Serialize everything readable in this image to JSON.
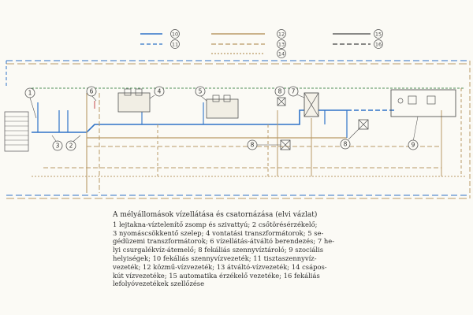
{
  "colors": {
    "blue": "#2f73c8",
    "tan": "#b99a66",
    "dark": "#444444",
    "green": "#4f8d57",
    "red": "#c44a4a"
  },
  "legend": [
    {
      "id": "10",
      "label": "10",
      "style": "blue-solid"
    },
    {
      "id": "11",
      "label": "11",
      "style": "blue-dashed"
    },
    {
      "id": "12",
      "label": "12",
      "style": "tan-solid"
    },
    {
      "id": "13",
      "label": "13",
      "style": "tan-dashed"
    },
    {
      "id": "14",
      "label": "14",
      "style": "tan-dotted"
    },
    {
      "id": "15",
      "label": "15",
      "style": "dark-solid"
    },
    {
      "id": "16",
      "label": "16",
      "style": "dark-dashed"
    }
  ],
  "callouts": [
    {
      "id": "1",
      "label": "1"
    },
    {
      "id": "2",
      "label": "2"
    },
    {
      "id": "3",
      "label": "3"
    },
    {
      "id": "4",
      "label": "4"
    },
    {
      "id": "5",
      "label": "5"
    },
    {
      "id": "6",
      "label": "6"
    },
    {
      "id": "7",
      "label": "7"
    },
    {
      "id": "8a",
      "label": "8"
    },
    {
      "id": "8b",
      "label": "8"
    },
    {
      "id": "8c",
      "label": "8"
    },
    {
      "id": "9",
      "label": "9"
    }
  ],
  "caption": {
    "title": "A mélyállomások vízellátása és csatornázása (elvi vázlat)",
    "lines": [
      "1 lejtakna-víztelenítő zsomp és szivattyú; 2 csőtörésérzékelő;",
      "3 nyomáscsökkentő szelep; 4 vontatási transzformátorok; 5 se-",
      "gédüzemi transzformátorok; 6 vízellátás-átváltó berendezés; 7 he-",
      "lyi csurgalékvíz-átemelő; 8 fekáliás szennyvíztároló; 9 szociális",
      "helyiségek; 10 fekáliás szennyvízvezeték; 11 tisztaszennyvíz-",
      "vezeték; 12 közmű-vízvezeték; 13 átváltó-vízvezeték; 14 csápos-",
      "kút vízvezetéke; 15 automatika érzékelő vezetéke; 16 fekáliás",
      "lefolyóvezetékek szellőzése"
    ]
  }
}
